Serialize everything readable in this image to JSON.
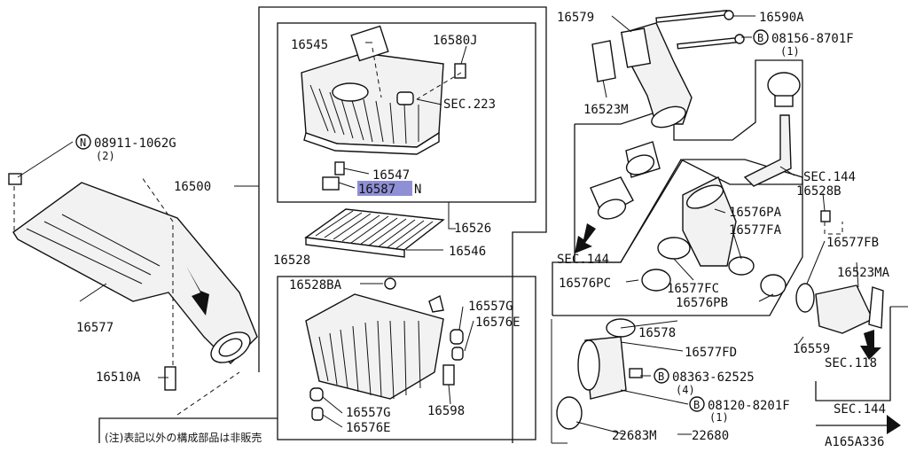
{
  "diagram_id": "A165A336",
  "note": "(注)表記以外の構成部品は非販売",
  "labels": {
    "p16500": "16500",
    "p16545": "16545",
    "p16580J": "16580J",
    "sec223": "SEC.223",
    "p16547": "16547",
    "p16587N": "16587",
    "p16587N_suffix": "N",
    "p16526": "16526",
    "p16528": "16528",
    "p16546": "16546",
    "p16528BA": "16528BA",
    "p16557G_top": "16557G",
    "p16576E_top": "16576E",
    "p16557G_bot": "16557G",
    "p16576E_bot": "16576E",
    "p16598": "16598",
    "p16577": "16577",
    "p16510A": "16510A",
    "n08911": "08911-1062G",
    "n08911_qty": "(2)",
    "p16579": "16579",
    "p16590A": "16590A",
    "b08156": "08156-8701F",
    "b08156_qty": "(1)",
    "p16523M": "16523M",
    "sec144_a": "SEC.144",
    "p16528B": "16528B",
    "p16576PA": "16576PA",
    "p16577FA": "16577FA",
    "sec144_b": "SEC.144",
    "p16576PC": "16576PC",
    "p16577FC": "16577FC",
    "p16576PB": "16576PB",
    "p16578": "16578",
    "p16577FB": "16577FB",
    "p16523MA": "16523MA",
    "p16559": "16559",
    "sec118": "SEC.118",
    "p16577FD": "16577FD",
    "b08363": "08363-62525",
    "b08363_qty": "(4)",
    "b08120": "08120-8201F",
    "b08120_qty": "(1)",
    "p22683M": "22683M",
    "p22680": "22680",
    "sec144_c": "SEC.144"
  },
  "symbols": {
    "n_mark": "N",
    "b_mark": "B"
  }
}
